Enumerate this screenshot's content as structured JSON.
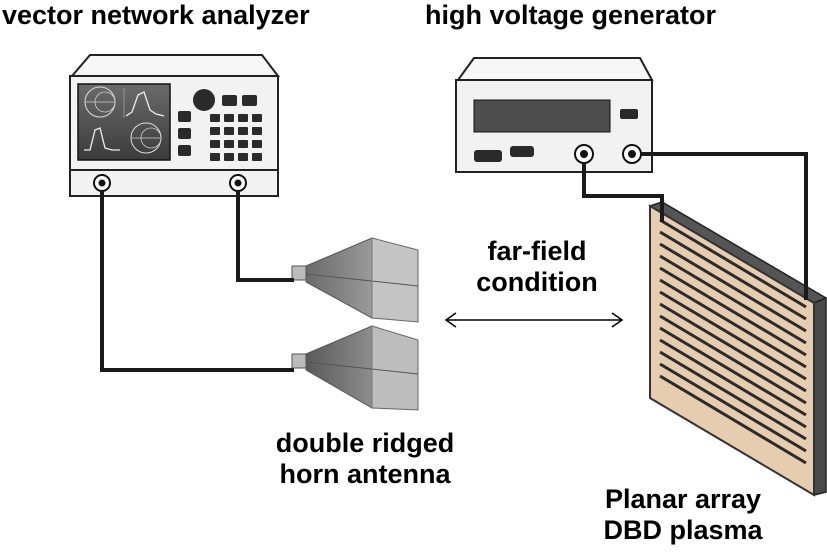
{
  "labels": {
    "vna_title": "vector network analyzer",
    "hvg_title": "high voltage generator",
    "farfield_line1": "far-field",
    "farfield_line2": "condition",
    "horn_line1": "double ridged",
    "horn_line2": "horn antenna",
    "plasma_line1": "Planar array",
    "plasma_line2": "DBD plasma"
  },
  "colors": {
    "cable": "#1a1a1a",
    "plasma_panel": "#e6cdb0",
    "plasma_frame": "#444444",
    "horn_gray": "#8a8a8a",
    "instrument_body": "#f2f2f2",
    "instrument_outline": "#222222"
  },
  "icons": {
    "arrow": "double-arrow-icon"
  }
}
